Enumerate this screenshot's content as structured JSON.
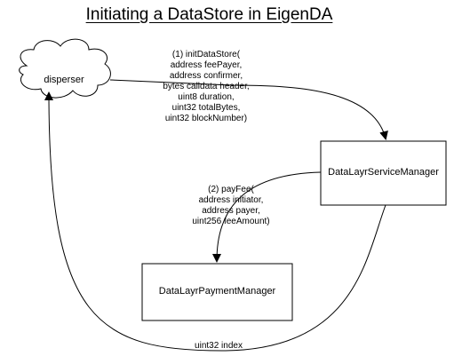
{
  "title": "Initiating a DataStore in EigenDA",
  "nodes": {
    "disperser": "disperser",
    "service_manager": "DataLayrServiceManager",
    "payment_manager": "DataLayrPaymentManager"
  },
  "edges": {
    "init_data_store": [
      "(1) initDataStore(",
      "address feePayer,",
      "address confirmer,",
      "bytes calldata header,",
      "uint8 duration,",
      "uint32 totalBytes,",
      "uint32 blockNumber)"
    ],
    "pay_fee": [
      "(2) payFee(",
      "address initiator,",
      "address payer,",
      "uint256 feeAmount)"
    ],
    "return_index": "uint32 index"
  },
  "colors": {
    "stroke": "#000000",
    "background": "#ffffff"
  }
}
